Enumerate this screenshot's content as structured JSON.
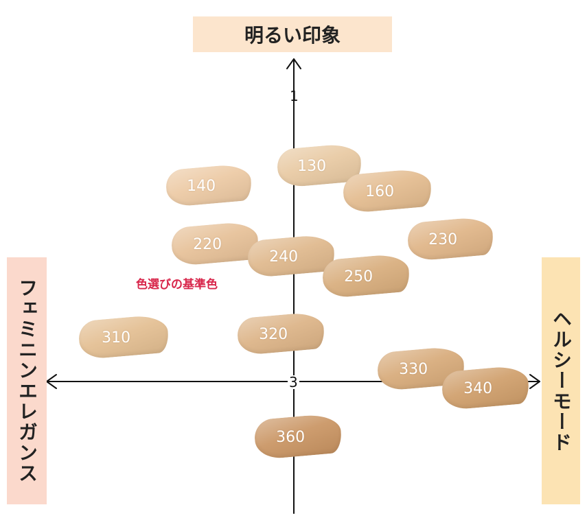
{
  "axes": {
    "top_label": "明るい印象",
    "left_label": "フェミニンエレガンス",
    "right_label": "ヘルシーモード",
    "tick_1": "1",
    "tick_3": "3"
  },
  "note": "色選びの基準色",
  "colors": {
    "top_label_bg": "#fce5cd",
    "left_label_bg": "#fbd9cc",
    "right_label_bg": "#fce3b3",
    "note": "#d8264b",
    "swatch_text": "#ffffff"
  },
  "swatches": [
    {
      "label": "130",
      "color": "#e8c9a2"
    },
    {
      "label": "140",
      "color": "#ecc9a3"
    },
    {
      "label": "160",
      "color": "#e3bb8e"
    },
    {
      "label": "220",
      "color": "#e6c097"
    },
    {
      "label": "240",
      "color": "#dfb88c"
    },
    {
      "label": "230",
      "color": "#dfb486"
    },
    {
      "label": "250",
      "color": "#d8ad7c"
    },
    {
      "label": "310",
      "color": "#e3be91"
    },
    {
      "label": "320",
      "color": "#dcb386"
    },
    {
      "label": "330",
      "color": "#d7aa79"
    },
    {
      "label": "340",
      "color": "#cf9e6a"
    },
    {
      "label": "360",
      "color": "#c99462"
    }
  ]
}
